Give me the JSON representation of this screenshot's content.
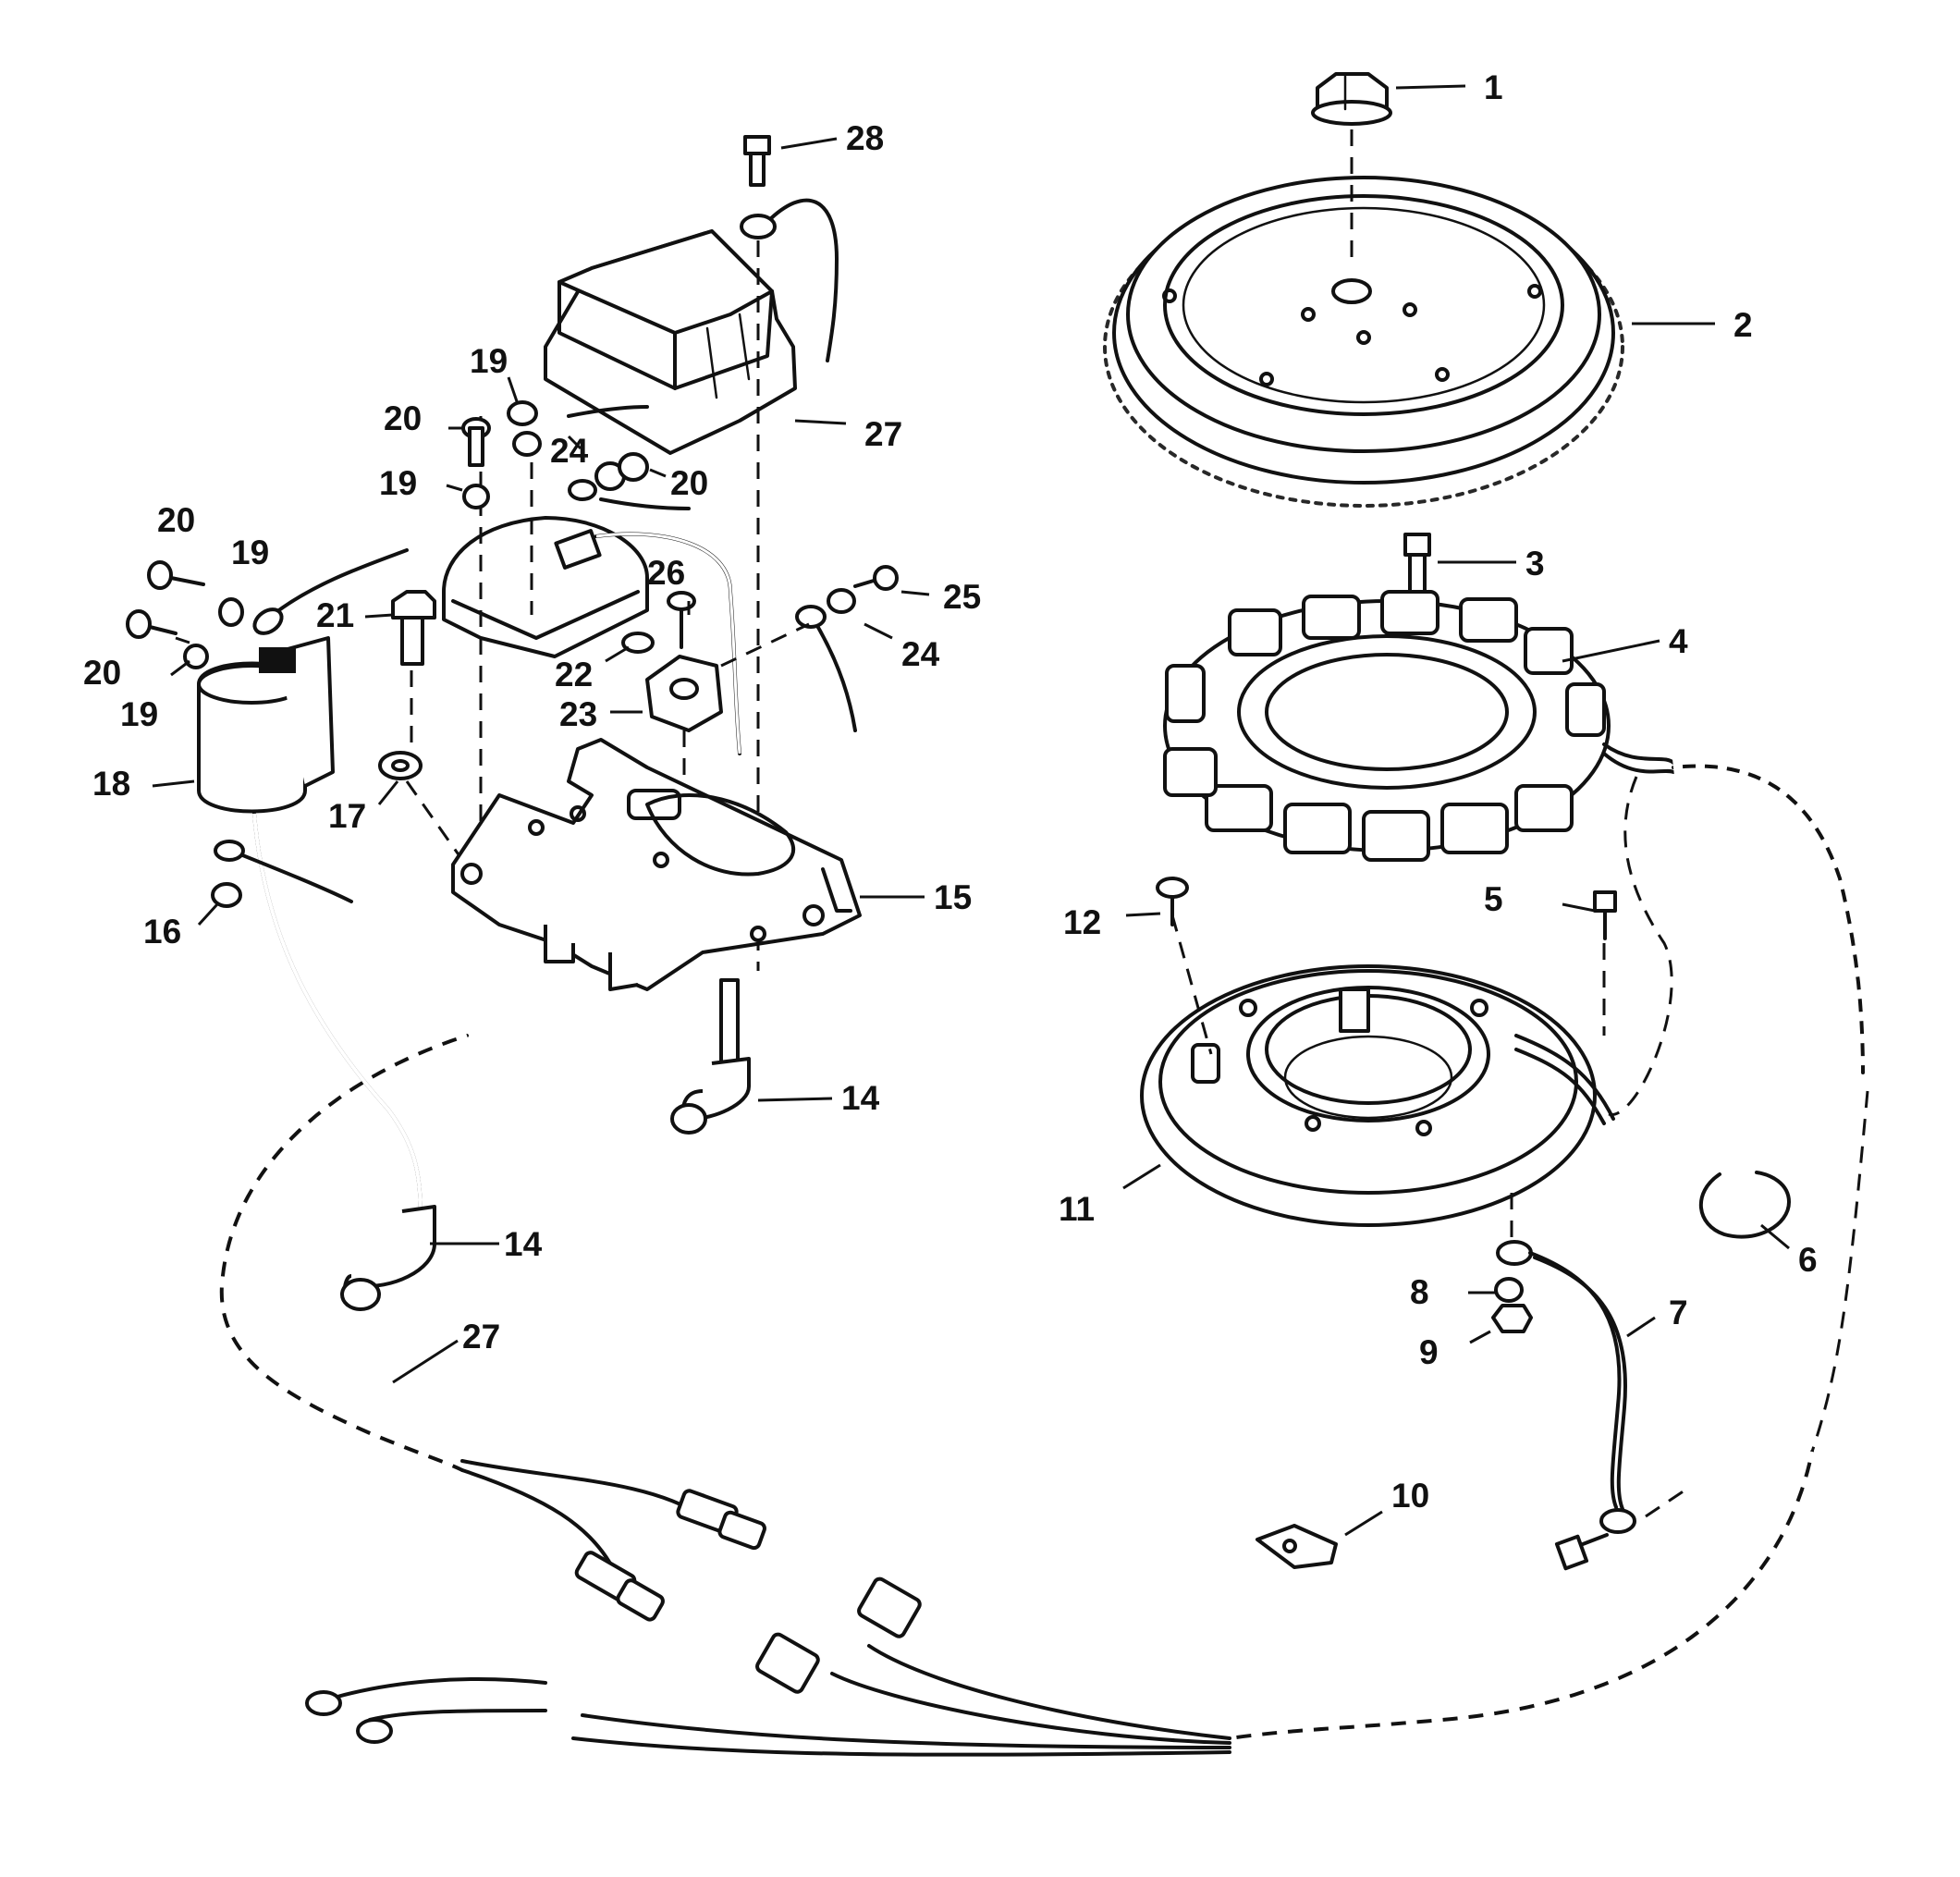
{
  "callouts": [
    {
      "id": "c1",
      "text": "1"
    },
    {
      "id": "c2",
      "text": "2"
    },
    {
      "id": "c3",
      "text": "3"
    },
    {
      "id": "c4",
      "text": "4"
    },
    {
      "id": "c5",
      "text": "5"
    },
    {
      "id": "c6",
      "text": "6"
    },
    {
      "id": "c7",
      "text": "7"
    },
    {
      "id": "c8",
      "text": "8"
    },
    {
      "id": "c9",
      "text": "9"
    },
    {
      "id": "c10",
      "text": "10"
    },
    {
      "id": "c11",
      "text": "11"
    },
    {
      "id": "c12",
      "text": "12"
    },
    {
      "id": "c14a",
      "text": "14"
    },
    {
      "id": "c14b",
      "text": "14"
    },
    {
      "id": "c15",
      "text": "15"
    },
    {
      "id": "c16",
      "text": "16"
    },
    {
      "id": "c17",
      "text": "17"
    },
    {
      "id": "c18",
      "text": "18"
    },
    {
      "id": "c19a",
      "text": "19"
    },
    {
      "id": "c19b",
      "text": "19"
    },
    {
      "id": "c19c",
      "text": "19"
    },
    {
      "id": "c19d",
      "text": "19"
    },
    {
      "id": "c20a",
      "text": "20"
    },
    {
      "id": "c20b",
      "text": "20"
    },
    {
      "id": "c20c",
      "text": "20"
    },
    {
      "id": "c20d",
      "text": "20"
    },
    {
      "id": "c21",
      "text": "21"
    },
    {
      "id": "c22",
      "text": "22"
    },
    {
      "id": "c23",
      "text": "23"
    },
    {
      "id": "c24a",
      "text": "24"
    },
    {
      "id": "c24b",
      "text": "24"
    },
    {
      "id": "c25",
      "text": "25"
    },
    {
      "id": "c26",
      "text": "26"
    },
    {
      "id": "c27a",
      "text": "27"
    },
    {
      "id": "c27b",
      "text": "27"
    },
    {
      "id": "c28",
      "text": "28"
    }
  ]
}
